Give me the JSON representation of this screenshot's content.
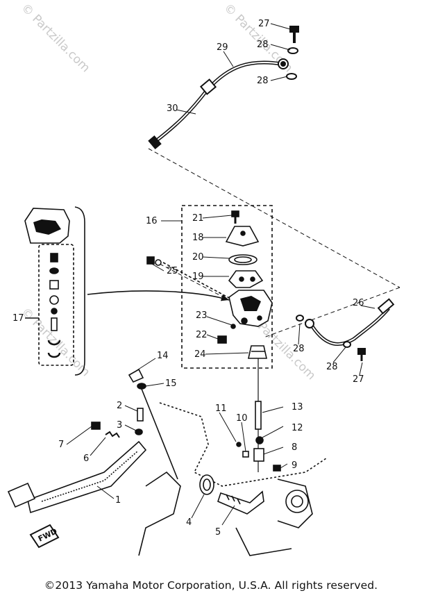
{
  "watermark": "© Partzilla.com",
  "copyright": "©2013 Yamaha Motor Corporation, U.S.A. All rights reserved.",
  "callouts": {
    "c1": "1",
    "c2": "2",
    "c3": "3",
    "c4": "4",
    "c5": "5",
    "c6": "6",
    "c7": "7",
    "c8": "8",
    "c9": "9",
    "c10": "10",
    "c11": "11",
    "c12": "12",
    "c13": "13",
    "c14": "14",
    "c15": "15",
    "c16": "16",
    "c17": "17",
    "c18": "18",
    "c19": "19",
    "c20": "20",
    "c21": "21",
    "c22": "22",
    "c23": "23",
    "c24": "24",
    "c25": "25",
    "c26": "26",
    "c27a": "27",
    "c27b": "27",
    "c28a": "28",
    "c28b": "28",
    "c28c": "28",
    "c28d": "28",
    "c29": "29",
    "c30": "30"
  },
  "fwd_label": "FWD"
}
